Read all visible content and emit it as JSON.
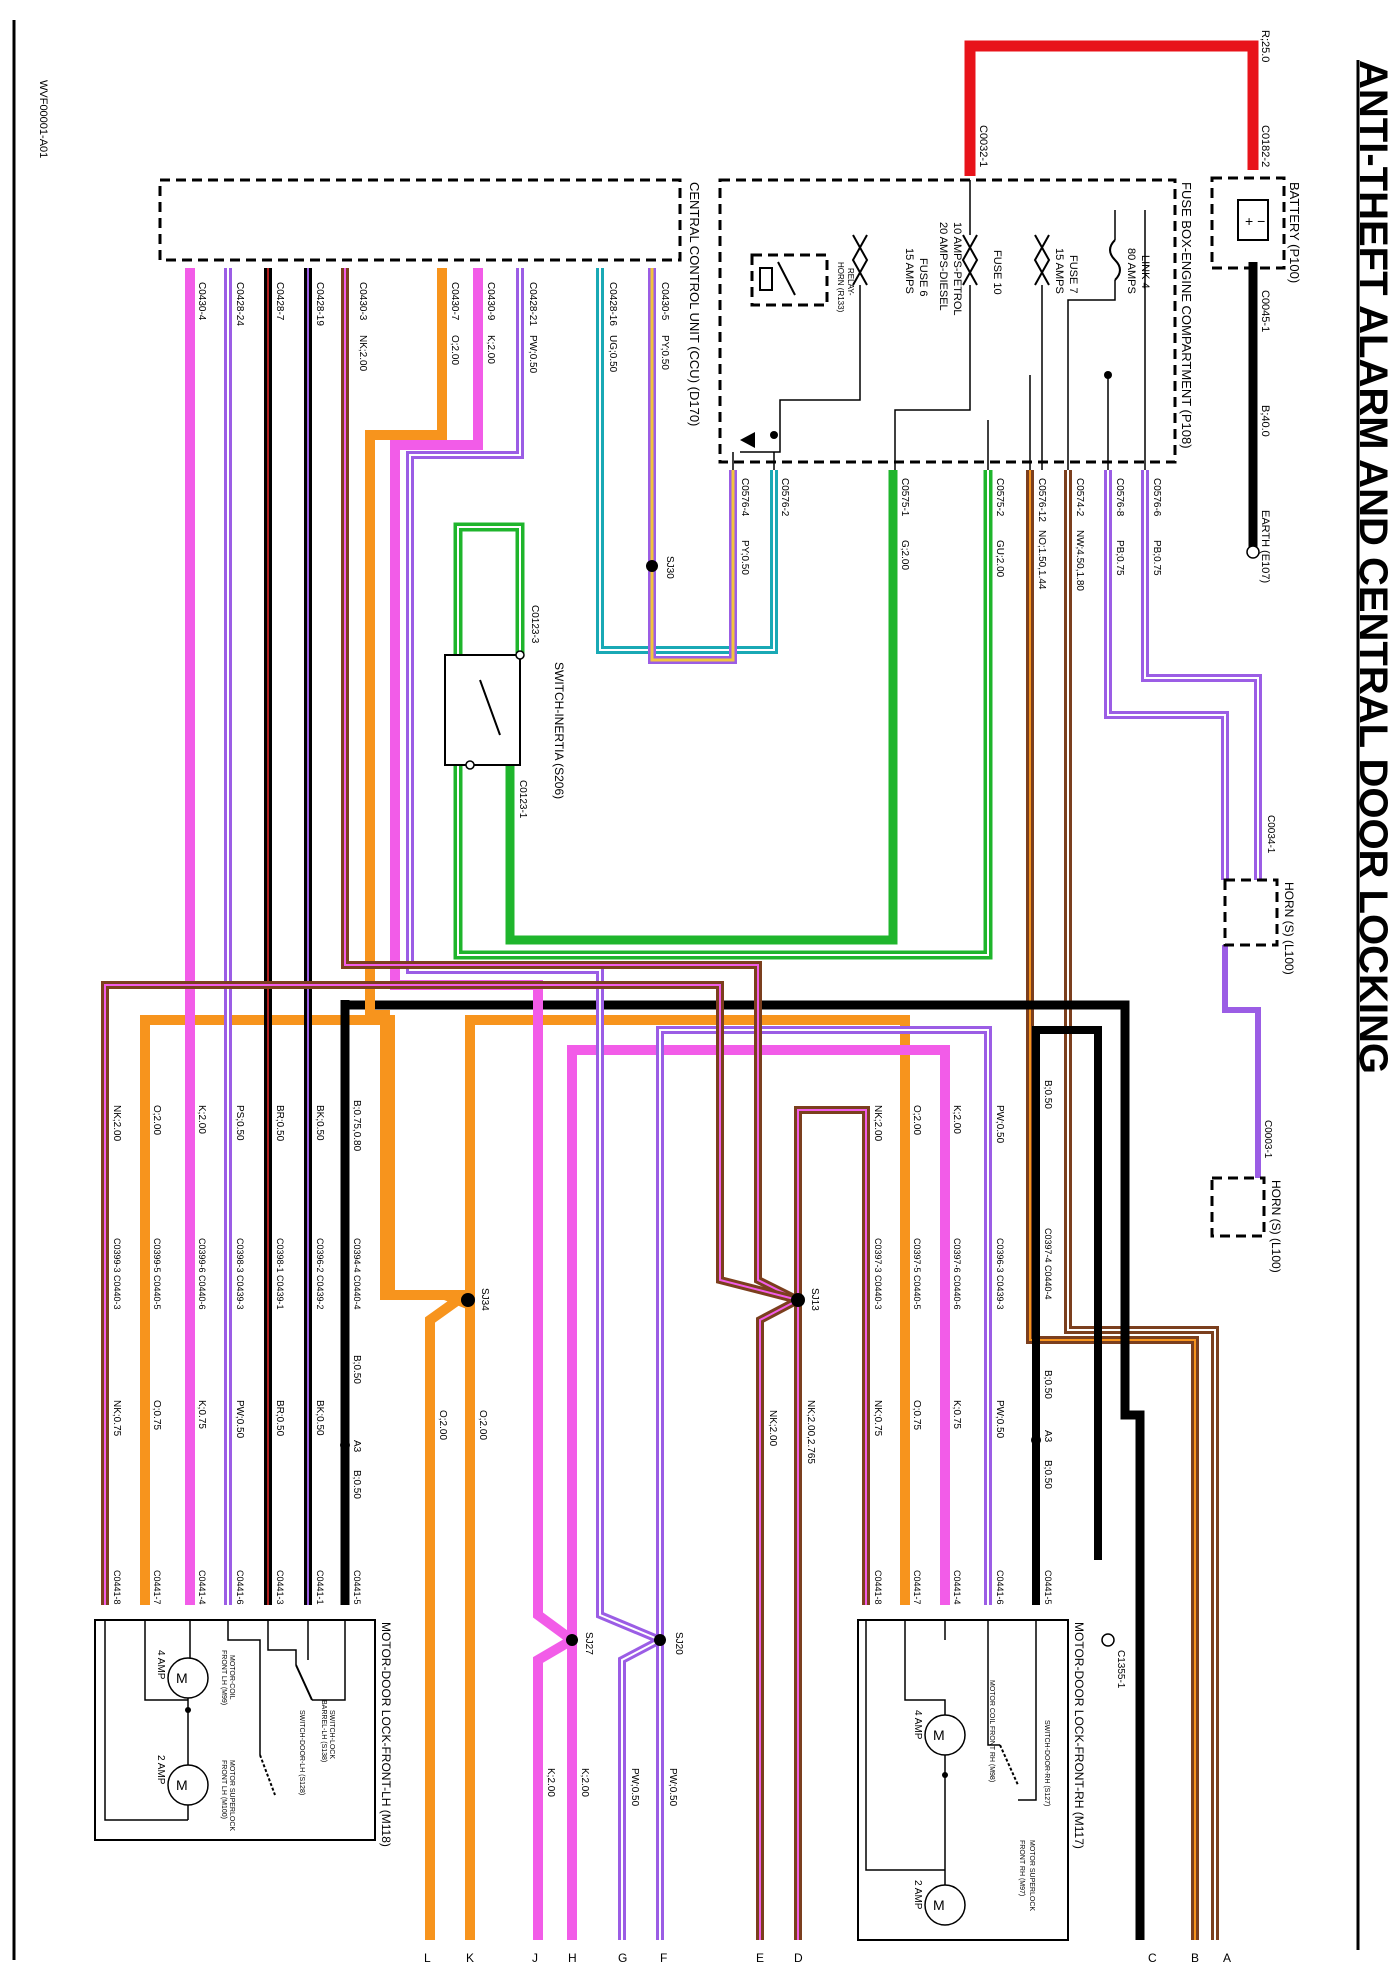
{
  "title": "ANTI-THEFT ALARM AND CENTRAL DOOR LOCKING",
  "figure_id": "WVF00001-A01",
  "battery": {
    "name": "BATTERY (P100)",
    "wire": "R;25.0",
    "connector": "C0182-2",
    "ground_connector": "C0045-1",
    "ground_wire": "B;40.0",
    "earth": "EARTH (E107)"
  },
  "fusebox": {
    "name": "FUSE BOX-ENGINE COMPARTMENT (P108)",
    "input_connector": "C0032-1",
    "link4": [
      "LINK 4",
      "80 AMPS"
    ],
    "fuse7": [
      "FUSE 7",
      "15 AMPS"
    ],
    "fuse10": [
      "FUSE 10",
      "10 AMPS-PETROL",
      "20 AMPS-DIESEL"
    ],
    "fuse6": [
      "FUSE 6",
      "15 AMPS"
    ],
    "relay": [
      "RELAY-",
      "HORN (R133)"
    ],
    "connectors": [
      "C0576-4",
      "C0576-2",
      "C0575-1",
      "C0575-2",
      "C0576-12",
      "C0574-2",
      "C0576-8",
      "C0576-6"
    ],
    "wires": [
      "PY;0.50",
      "G;2.00",
      "GU;2.00",
      "NO;1.50,1.44",
      "NW;4.50,1.80",
      "PB;0.75",
      "PB;0.75"
    ]
  },
  "ccu": {
    "name": "CENTRAL CONTROL UNIT (CCU) (D170)",
    "connectors": [
      "C0430-4",
      "C0428-24",
      "C0428-7",
      "C0428-19",
      "C0430-3",
      "C0430-7",
      "C0430-9",
      "C0428-21",
      "C0428-16",
      "C0430-5"
    ],
    "wires": [
      "NK;2.00",
      "O;2.00",
      "K;2.00",
      "PW;0.50",
      "UG;0.50",
      "PY;0.50"
    ]
  },
  "splices": [
    "SJ30",
    "SJ34",
    "SJ13",
    "SJ27",
    "SJ20"
  ],
  "switch_inertia": {
    "name": "SWITCH-INERTIA (S206)",
    "top": "C0123-3",
    "bottom": "C0123-1"
  },
  "horns": [
    {
      "name": "HORN (S) (L100)",
      "connector": "C0034-1"
    },
    {
      "name": "HORN (S) (L100)",
      "connector": "C0003-1"
    }
  ],
  "lh_wires": [
    "NK;2.00",
    "O;2.00",
    "K;2.00",
    "PS;0.50",
    "BR;0.50",
    "BK;0.50",
    "B;0.75,0.80"
  ],
  "lh_connectors": [
    "C0399-3 C0440-3",
    "C0399-5 C0440-5",
    "C0399-6 C0440-6",
    "C0398-3 C0439-3",
    "C0398-1 C0439-1",
    "C0396-2 C0439-2",
    "C0394-4 C0440-4"
  ],
  "lh_wires2": [
    "NK;0.75",
    "O;0.75",
    "K;0.75",
    "PW;0.50",
    "BR;0.50",
    "BK;0.50",
    "B;0.50"
  ],
  "lh_bottom": [
    "C0441-8",
    "C0441-7",
    "C0441-4",
    "C0441-6",
    "C0441-3",
    "C0441-1",
    "C0441-5"
  ],
  "rh_wires": [
    "NK;2.00",
    "O;2.00",
    "K;2.00",
    "PW;0.50",
    "B;0.50"
  ],
  "rh_connectors": [
    "C0397-3 C0440-3",
    "C0397-5 C0440-5",
    "C0397-6 C0440-6",
    "C0396-3 C0439-3",
    "C0397-4 C0440-4"
  ],
  "rh_wires2": [
    "NK;0.75",
    "O;0.75",
    "K;0.75",
    "PW;0.50",
    "B;0.50"
  ],
  "rh_bottom": [
    "C0441-8",
    "C0441-7",
    "C0441-4",
    "C0441-6",
    "C0441-5"
  ],
  "a3": "A3",
  "a3_wire": "B;0.50",
  "mid_wires": [
    "O;2.00",
    "O;2.00",
    "NK;2.00",
    "NK;2.00,2.765"
  ],
  "sj27_wires": [
    "K;2.00",
    "K;2.00"
  ],
  "sj20_wires": [
    "PW;0.50",
    "PW;0.50"
  ],
  "c1355": "C1355-1",
  "motor_lh": {
    "name": "MOTOR-DOOR LOCK-FRONT-LH (M118)",
    "sw_lock": [
      "SWITCH-LOCK",
      "BARREL-LH (S138)"
    ],
    "sw_door": "SWITCH-DOOR-LH (S128)",
    "coil": [
      "MOTOR-COIL",
      "FRONT LH (M99)"
    ],
    "superlock": [
      "MOTOR SUPERLOCK",
      "FRONT LH (M100)"
    ],
    "amp4": "4 AMP",
    "amp2": "2 AMP"
  },
  "motor_rh": {
    "name": "MOTOR-DOOR LOCK-FRONT-RH (M117)",
    "sw_door": "SWITCH-DOOR-RH (S127)",
    "coil": [
      "MOTOR COIL FRONT RH (M98)"
    ],
    "superlock": [
      "MOTOR SUPERLOCK",
      "FRONT RH (M97)"
    ],
    "amp4": "4 AMP",
    "amp2": "2 AMP"
  },
  "exits": [
    "A",
    "B",
    "C",
    "D",
    "E",
    "F",
    "G",
    "H",
    "J",
    "K",
    "L"
  ],
  "colors": {
    "red": "#e8131a",
    "orange": "#f7941d",
    "pink": "#f25ce8",
    "purple": "#9b5de5",
    "green": "#1fb52c",
    "teal": "#19a9b5",
    "brown": "#7b3f1e",
    "black": "#000000"
  }
}
